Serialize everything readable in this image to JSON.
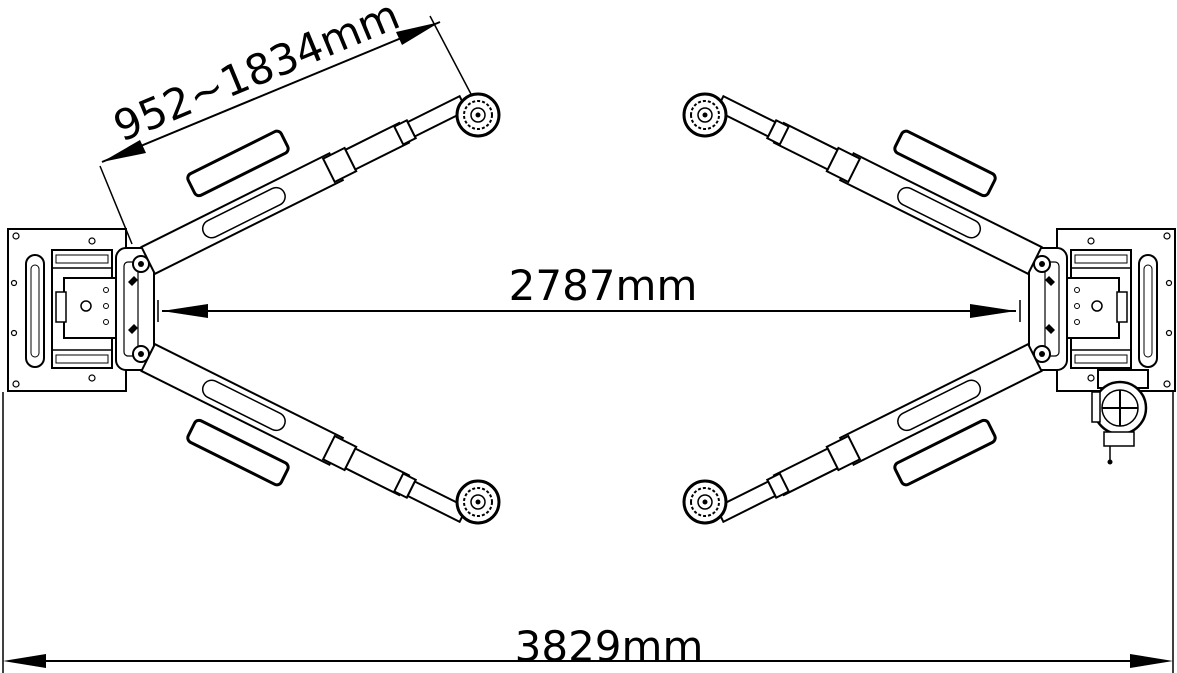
{
  "drawing": {
    "overall_width_label": "3829mm",
    "inner_width_label": "2787mm",
    "arm_reach_label": "952~1834mm",
    "line_color": "#000000",
    "background_color": "#ffffff"
  }
}
